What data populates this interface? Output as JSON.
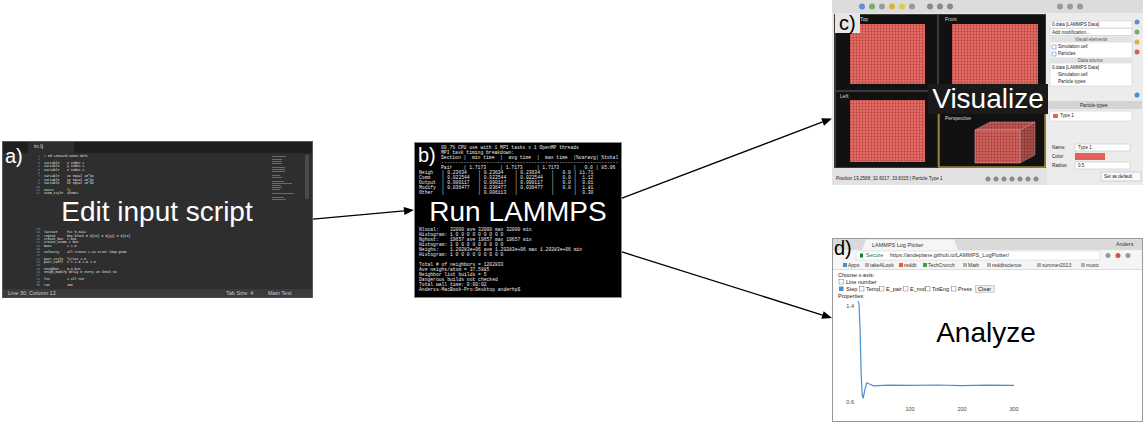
{
  "diagram": {
    "nodes": [
      {
        "text": [
          "a)",
          "Edit input script"
        ]
      },
      {
        "text": [
          "b)",
          "Run LAMMPS"
        ]
      },
      {
        "text": [
          "c)",
          "Visualize"
        ]
      },
      {
        "text": [
          "d)",
          "Analyze"
        ]
      }
    ],
    "edges": [
      {
        "from": 0,
        "to": 1,
        "arrow": "to"
      },
      {
        "from": 1,
        "to": 2,
        "arrow": "to"
      },
      {
        "from": 1,
        "to": 3,
        "arrow": "to"
      }
    ],
    "labels": [
      "in.lj",
      "1",
      "2",
      "3",
      "4",
      "5",
      "6",
      "7",
      "8",
      "9",
      "10",
      "11",
      "12",
      "13",
      "14",
      "15",
      "16",
      "17",
      "18",
      "19",
      "20",
      "21",
      "22",
      "23",
      "24",
      "25",
      "26",
      "27",
      "28",
      "29",
      "30",
      "# 3d Lennard-Jones melt",
      "variable    x index 1",
      "variable    y index 1",
      "variable    z index 1",
      "variable    xx equal 20*$x",
      "variable    yy equal 20*$y",
      "variable    zz equal 20*$z",
      "units       lj",
      "atom_style  atomic",
      "lattice     fcc 0.8442",
      "region      box block 0 ${xx} 0 ${yy} 0 ${zz}",
      "create_box  1 box",
      "create_atoms 1 box",
      "mass        1 1.0",
      "velocity    all create 1.44 87287 loop geom",
      "pair_style  lj/cut 2.5",
      "pair_coeff  1 1 1.0 1.0 2.5",
      "neighbor    0.3 bin",
      "neigh_modify delay 0 every 20 check no",
      "fix         1 all nve",
      "run         100",
      "Line 30, Column 12",
      "Tab Size: 4",
      "Main Text",
      "99.7% CPU use with 1 MPI tasks x 1 OpenMP threads",
      "MPI task timing breakdown:",
      "Section |  min time  |  avg time  |  max time  |%varavg| %total",
      "---------------------------------------------------------------",
      "Pair    | 1.7173     | 1.7173     | 1.7173     |   0.0 | 85.06",
      "Neigh   | 0.23634    | 0.23634    | 0.23634    |   0.0 | 11.71",
      "Comm    | 0.022544   | 0.022544   | 0.022544   |   0.0 |  1.12",
      "Output  | 0.000117   | 0.000117   | 0.000117   |   0.0 |  0.01",
      "Modify  | 0.036477   | 0.036477   | 0.036477   |   0.0 |  1.81",
      "Other   |            | 0.006113   |            |       |  0.30",
      "Nlocal:    32000 ave 32000 max 32000 min",
      "Histogram: 1 0 0 0 0 0 0 0 0 0",
      "Nghost:    19657 ave 19657 max 19657 min",
      "Histogram: 1 0 0 0 0 0 0 0 0 0",
      "Neighs:    1.20283e+06 ave 1.20283e+06 max 1.20283e+06 min",
      "Histogram: 1 0 0 0 0 0 0 0 0 0",
      "Total # of neighbors = 1202833",
      "Ave neighs/atom = 37.5885",
      "Neighbor list builds = 5",
      "Dangerous builds not checked",
      "Total wall time: 0:00:02",
      "Anderss-MacBook-Pro:Desktop anderhp$",
      "Top",
      "Front",
      "Left",
      "Perspective",
      "0.data [LAMMPS Data]",
      "Add modification...",
      "Visual elements",
      "Simulation cell",
      "Particles",
      "Data source",
      "0.data [LAMMPS Data]",
      "Simulation cell",
      "Particle types",
      "Particle types",
      "Type 1",
      "Name:",
      "Type 1",
      "Color:",
      "Radius:",
      "0.5",
      "Set as default",
      "Position 19.2588, 32.6017, 33.8315 | Particle Type 1",
      "LAMMPS Log Plotter",
      "Anders",
      "Secure",
      "https://andeplane.github.io/LAMMPS_LogPlotter/",
      "Apps",
      "takeALook",
      "reddit",
      "TechCrunch",
      "Math",
      "redditscience",
      "summer2013",
      "music",
      "Choose x-axis:",
      "Line number",
      "Step",
      "Temp",
      "E_pair",
      "E_mol",
      "TotEng",
      "Press",
      "Clear",
      "Properties:",
      "1.4",
      "0.6",
      "100",
      "200",
      "300"
    ]
  }
}
